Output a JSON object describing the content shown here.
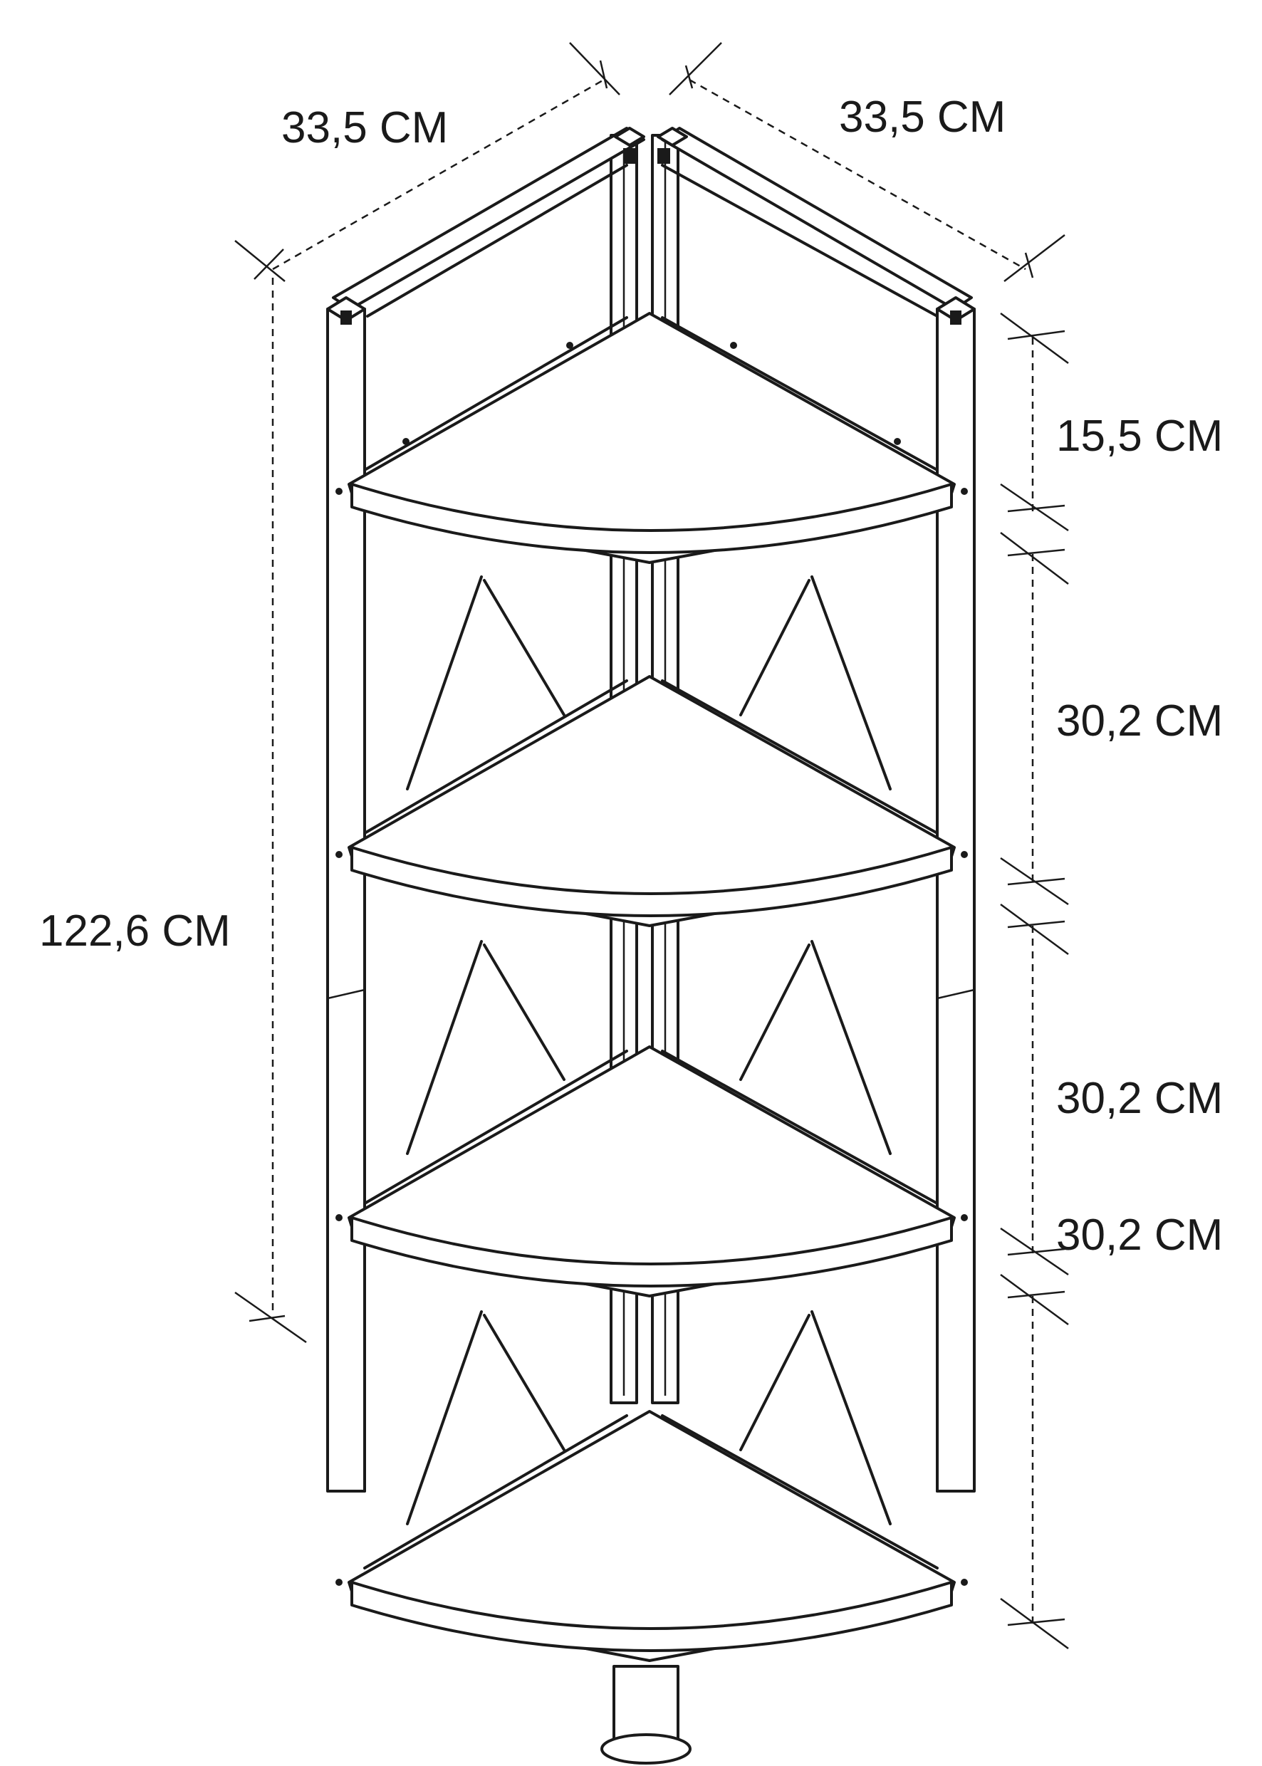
{
  "diagram": {
    "labels": {
      "width_left": "33,5 CM",
      "width_right": "33,5 CM",
      "total_height": "122,6 CM",
      "top_gap": "15,5 CM",
      "gap_1": "30,2 CM",
      "gap_2": "30,2 CM",
      "gap_3": "30,2 CM"
    }
  }
}
